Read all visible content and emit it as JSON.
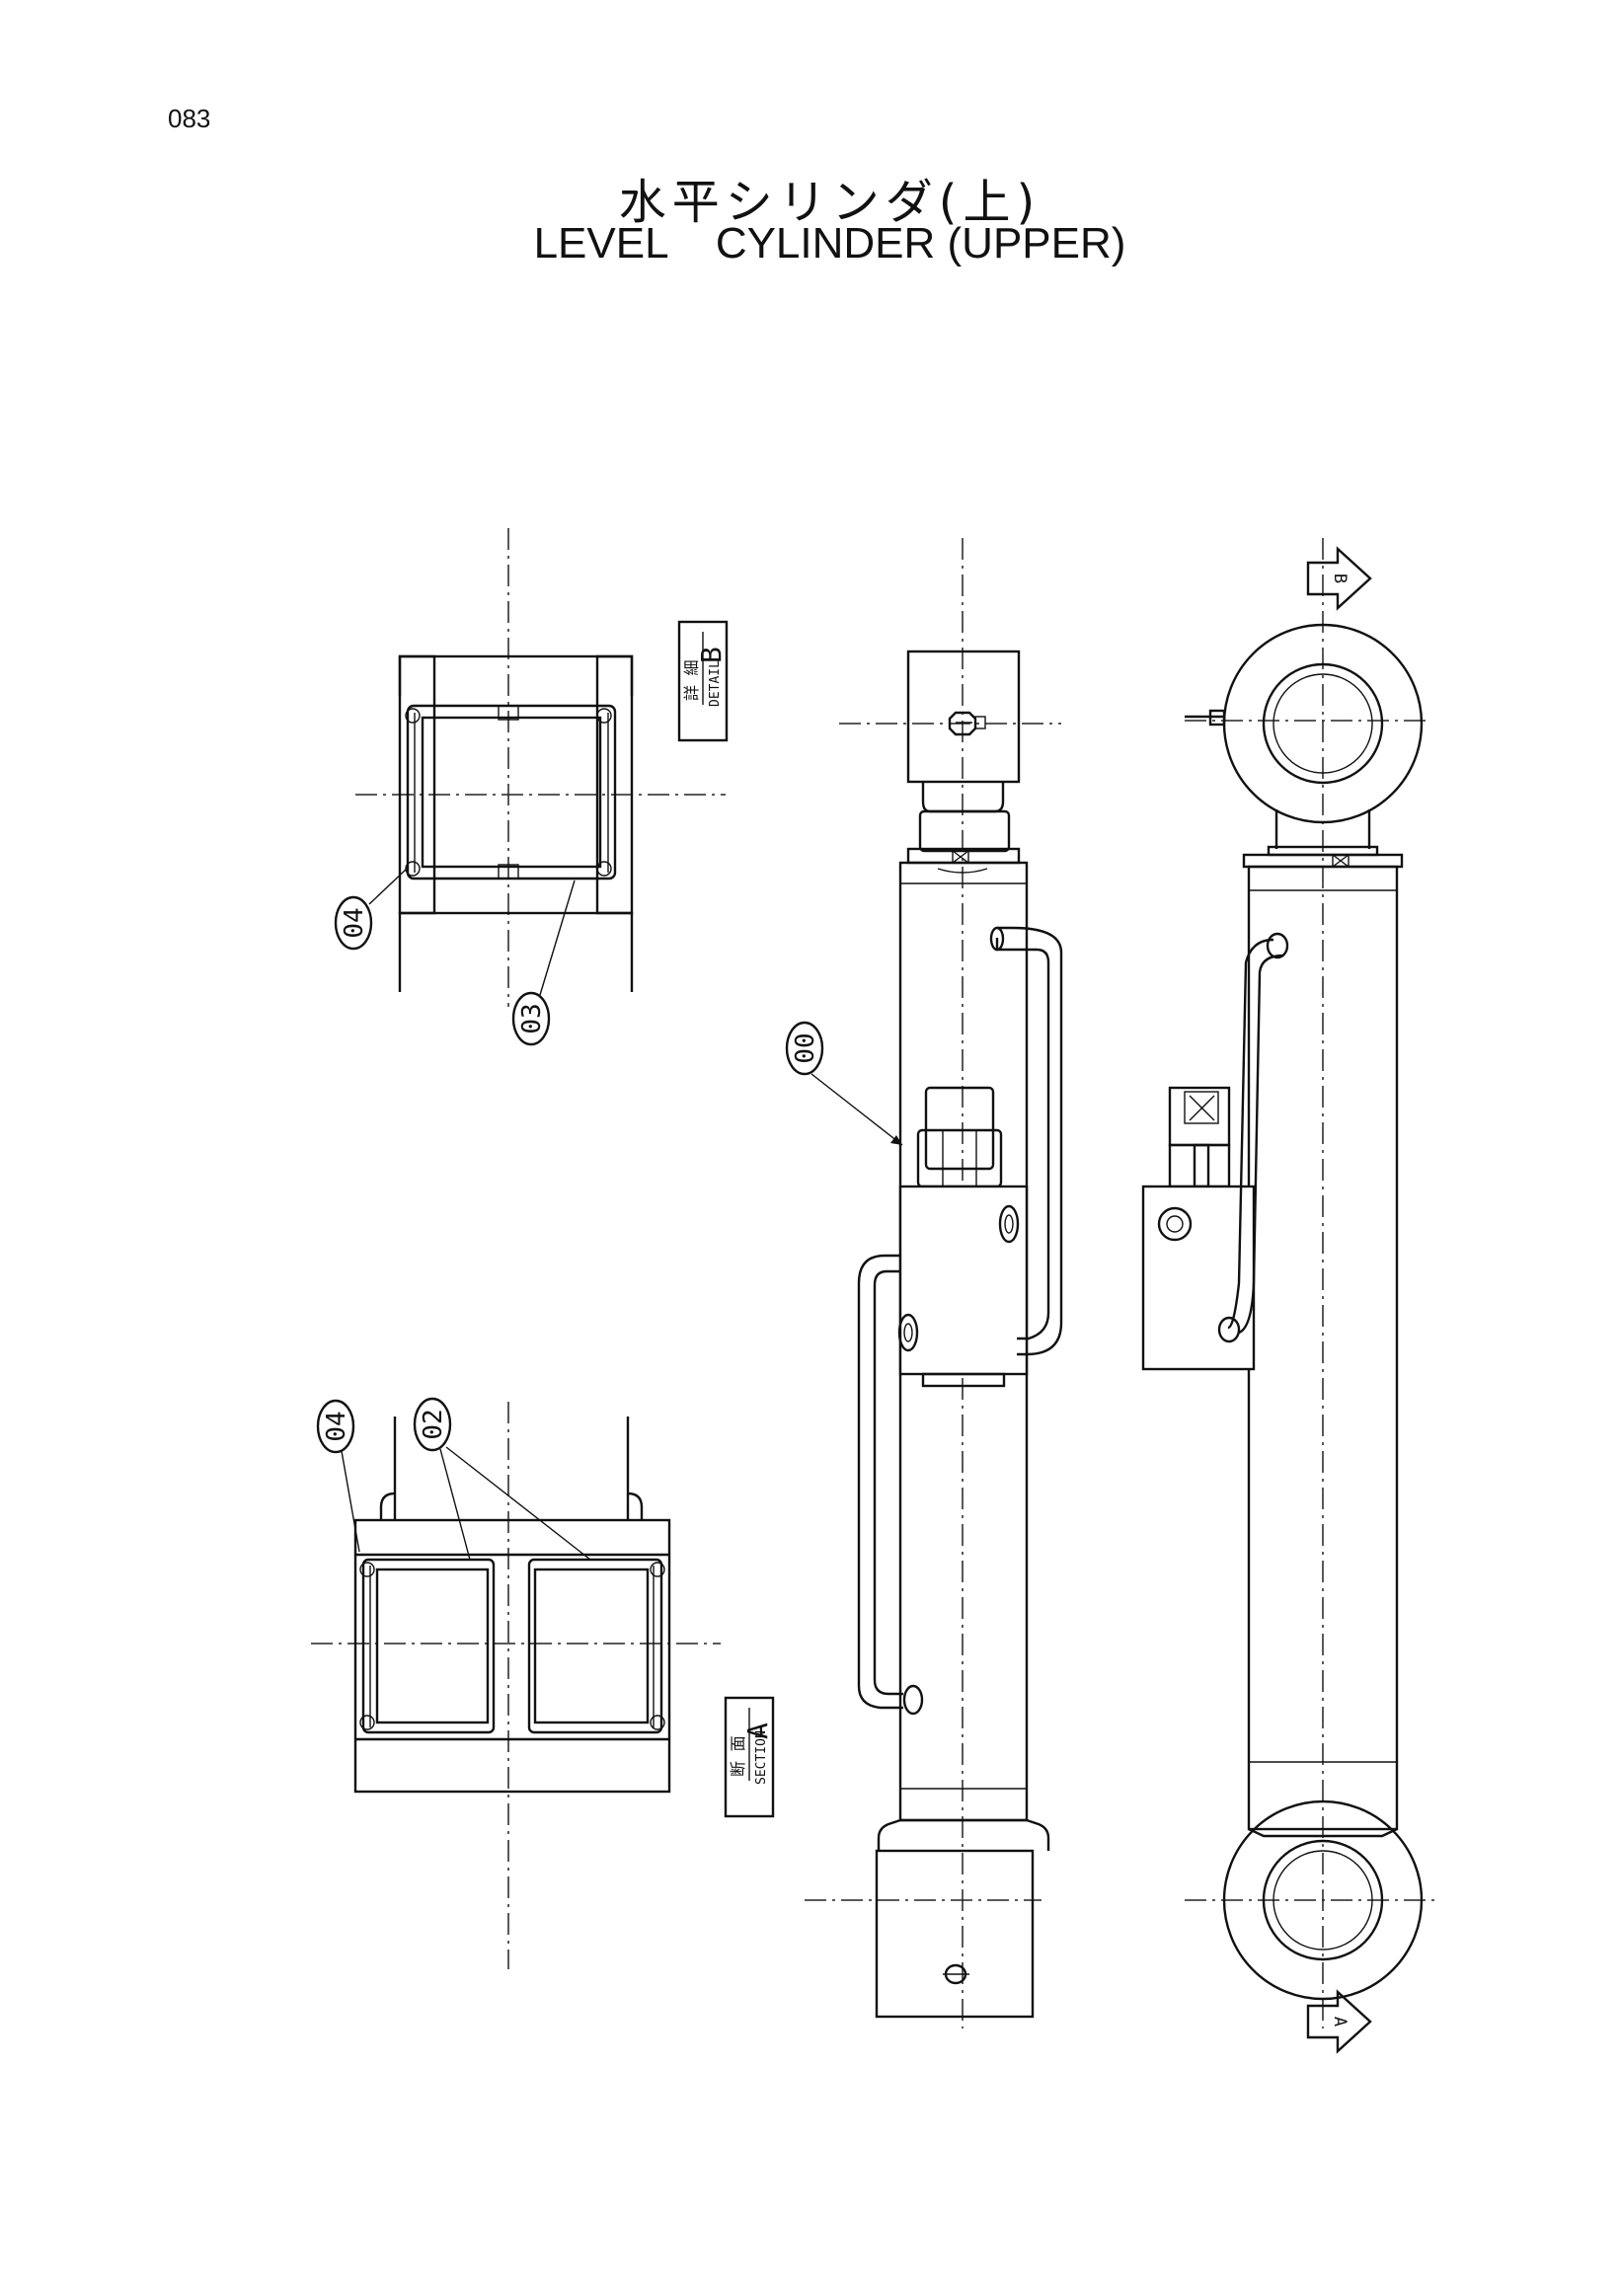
{
  "page_number": "083",
  "title": {
    "japanese": "水平シリンダ(上)",
    "english": "LEVEL    CYLINDER (UPPER)"
  },
  "views": {
    "detail_b": {
      "jp": "詳 細",
      "en": "DETAIL",
      "letter": "B"
    },
    "section_a": {
      "jp": "断 面",
      "en": "SECTION",
      "letter": "A"
    }
  },
  "parts": {
    "p00": "00",
    "p02": "02",
    "p03": "03",
    "p04_detail": "04",
    "p04_section": "04"
  },
  "view_arrows": {
    "top": "B",
    "bottom": "A"
  }
}
